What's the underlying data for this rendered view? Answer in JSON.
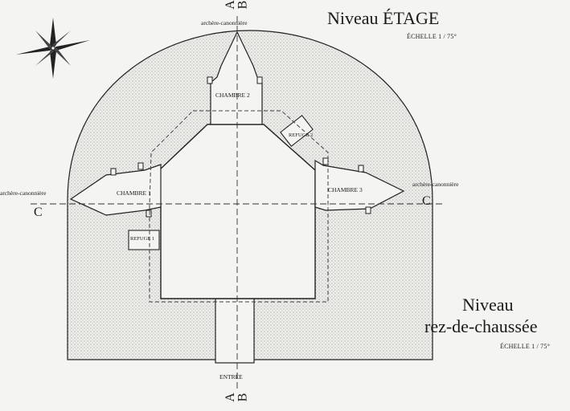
{
  "titles": {
    "etage_title": "Niveau ÉTAGE",
    "etage_scale": "ÉCHELLE 1 / 75°",
    "rdc_title_line1": "Niveau",
    "rdc_title_line2": "rez-de-chaussée",
    "rdc_scale": "ÉCHELLE 1 / 75°"
  },
  "labels": {
    "archere_top": "archère-canonnière",
    "archere_left": "archère-canonnière",
    "archere_right": "archère-canonnière",
    "chambre_1": "CHAMBRE 1",
    "chambre_2": "CHAMBRE 2",
    "chambre_3": "CHAMBRE 3",
    "refuge_1": "REFUGE 1",
    "refuge_2": "REFUGE 2",
    "entree": "ENTRÉE"
  },
  "section_marks": {
    "a": "A",
    "b": "B",
    "c": "C"
  },
  "icons": {
    "compass": "compass-rose-icon"
  },
  "colors": {
    "paper": "#f4f4f2",
    "ink": "#1a1a1a",
    "stipple": "#8a8a8a"
  }
}
